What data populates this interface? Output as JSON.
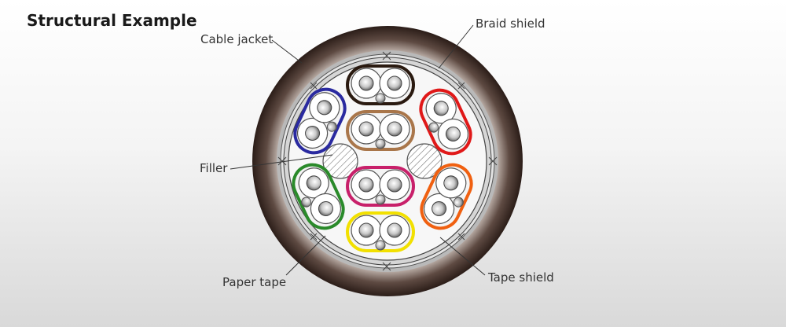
{
  "title": "Structural Example",
  "labels": {
    "cable_jacket": "Cable jacket",
    "braid_shield": "Braid shield",
    "filler": "Filler",
    "paper_tape": "Paper tape",
    "tape_shield": "Tape shield"
  },
  "colors": {
    "jacket": "#3a2a24",
    "pair_black": "#2a1a10",
    "pair_blue": "#2a2aa0",
    "pair_red": "#e01818",
    "pair_brown": "#a9764a",
    "pair_green": "#2a8a2a",
    "pair_pink": "#c8206a",
    "pair_orange": "#f06010",
    "pair_yellow": "#f2e000"
  }
}
